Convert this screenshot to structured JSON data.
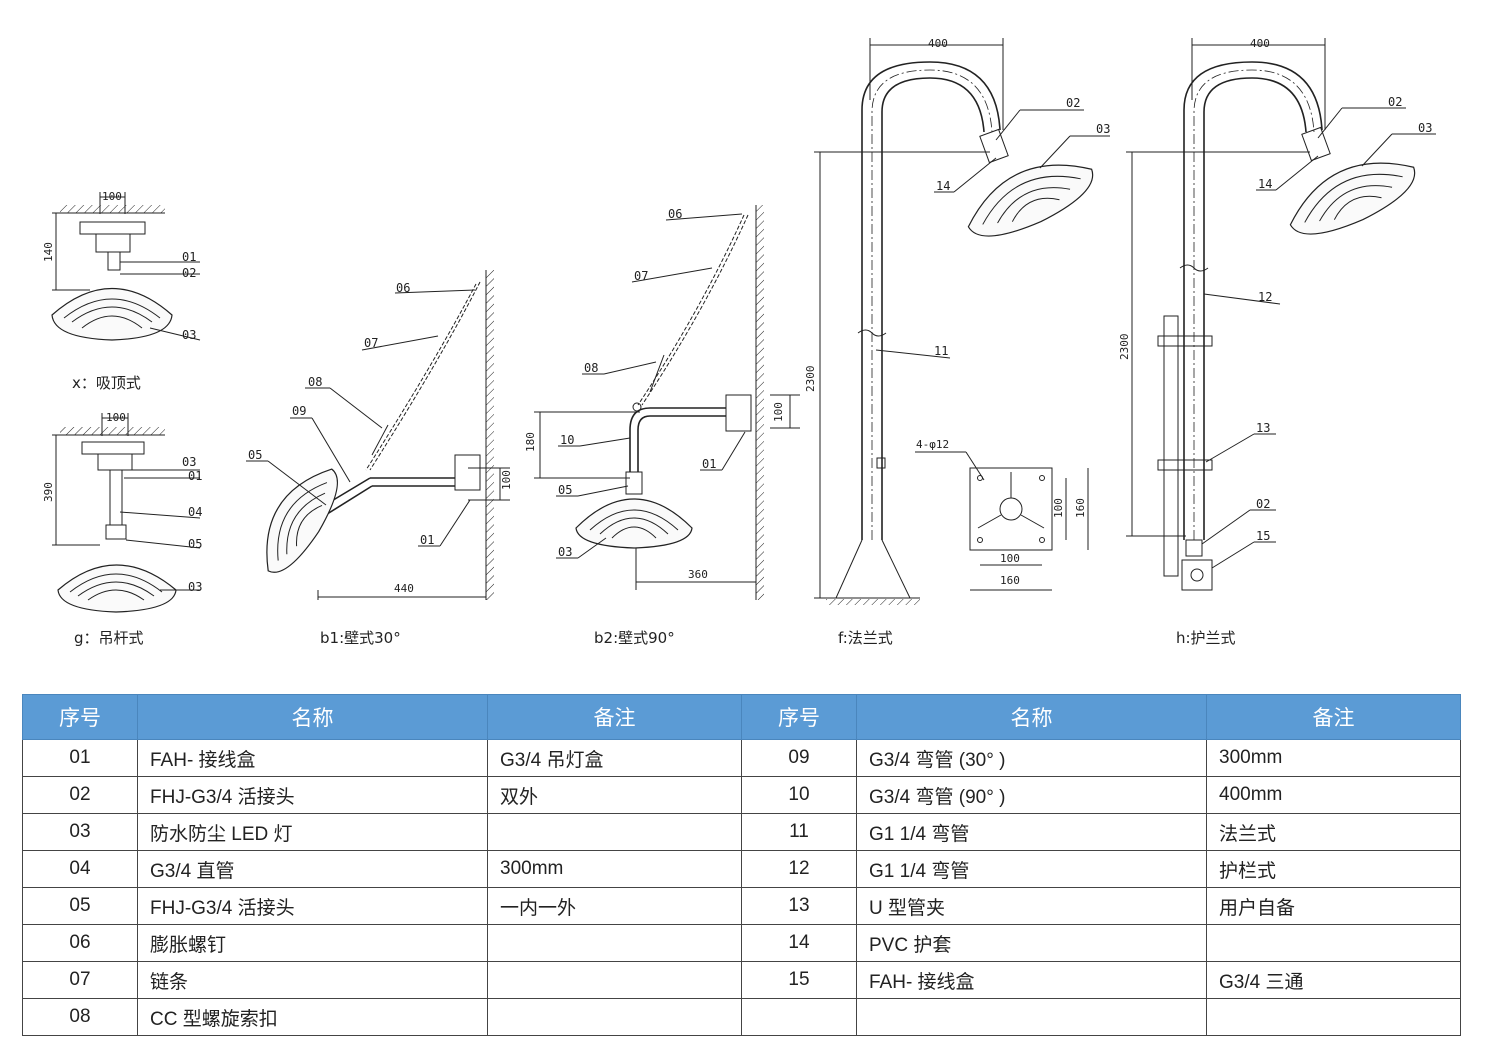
{
  "captions": {
    "x": "x：吸顶式",
    "g": "g：吊杆式",
    "b1": "b1:壁式30°",
    "b2": "b2:壁式90°",
    "f": "f:法兰式",
    "h": "h:护兰式"
  },
  "labels": {
    "x": [
      "01",
      "02",
      "03"
    ],
    "g": [
      "03",
      "01",
      "04",
      "05",
      "03"
    ],
    "b1": [
      "06",
      "07",
      "08",
      "09",
      "05",
      "01"
    ],
    "b2": [
      "06",
      "07",
      "08",
      "10",
      "01",
      "05",
      "03"
    ],
    "f": [
      "02",
      "03",
      "14",
      "11"
    ],
    "h": [
      "02",
      "03",
      "14",
      "12",
      "13",
      "02",
      "15"
    ]
  },
  "dimensions": {
    "x": [
      "100",
      "140"
    ],
    "g": [
      "100",
      "390"
    ],
    "b1": [
      "100",
      "440"
    ],
    "b2": [
      "180",
      "100",
      "360"
    ],
    "f": [
      "400",
      "2300",
      "4-φ12",
      "100",
      "160",
      "100",
      "160"
    ],
    "h": [
      "400",
      "2300"
    ]
  },
  "table": {
    "headers": [
      "序号",
      "名称",
      "备注",
      "序号",
      "名称",
      "备注"
    ],
    "rows": [
      [
        "01",
        "FAH- 接线盒",
        "G3/4 吊灯盒",
        "09",
        "G3/4 弯管 (30°  )",
        "300mm"
      ],
      [
        "02",
        "FHJ-G3/4 活接头",
        "双外",
        "10",
        "G3/4 弯管 (90°  )",
        "400mm"
      ],
      [
        "03",
        "防水防尘 LED 灯",
        "",
        "11",
        "G1 1/4 弯管",
        "法兰式"
      ],
      [
        "04",
        "G3/4 直管",
        "300mm",
        "12",
        "G1 1/4 弯管",
        "护栏式"
      ],
      [
        "05",
        "FHJ-G3/4 活接头",
        "一内一外",
        "13",
        "U 型管夹",
        "用户自备"
      ],
      [
        "06",
        "膨胀螺钉",
        "",
        "14",
        "PVC 护套",
        ""
      ],
      [
        "07",
        "链条",
        "",
        "15",
        "FAH- 接线盒",
        "G3/4 三通"
      ],
      [
        "08",
        "CC 型螺旋索扣",
        "",
        "",
        "",
        ""
      ]
    ]
  },
  "colors": {
    "header_bg": "#5b9bd5",
    "header_text": "#ffffff",
    "line": "#222222"
  }
}
